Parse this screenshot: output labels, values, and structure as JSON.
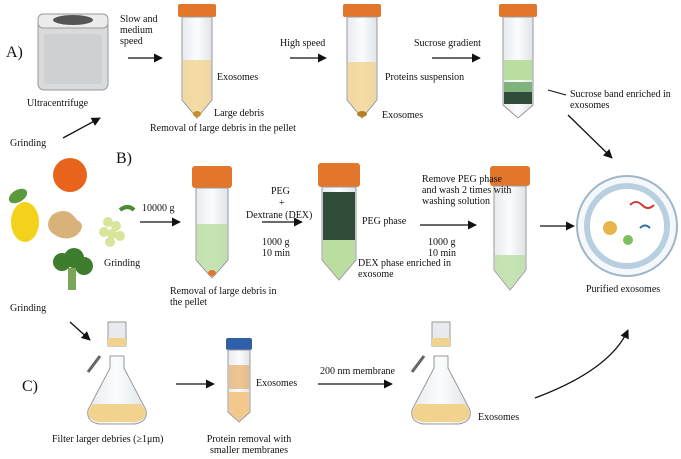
{
  "sections": {
    "a": "A)",
    "b": "B)",
    "c": "C)"
  },
  "row_a": {
    "machine": "Ultracentrifuge",
    "step1_speed": "Slow and medium speed",
    "tube1_top": "Exosomes",
    "tube1_bottom": "Large debris",
    "tube1_caption": "Removal of large debris in the pellet",
    "step2_speed": "High speed",
    "tube2_top": "Proteins suspension",
    "tube2_bottom": "Exosomes",
    "step3": "Sucrose gradient",
    "tube3_note": "Sucrose band enriched in exosomes"
  },
  "row_b": {
    "grinding_top": "Grinding",
    "grinding_mid": "Grinding",
    "grinding_bottom": "Grinding",
    "speed": "10000 g",
    "tube1_caption": "Removal of large debris in the pellet",
    "peg": "PEG",
    "plus": "+",
    "dex": "Dextrane (DEX)",
    "spin1": "1000 g",
    "time1": "10 min",
    "peg_phase": "PEG phase",
    "dex_phase": "DEX phase enriched in exosome",
    "remove_step": "Remove PEG phase and wash 2 times with washing solution",
    "spin2": "1000 g",
    "time2": "10 min",
    "result": "Purified exosomes"
  },
  "row_c": {
    "filter_caption": "Filter larger debries (≥1μm)",
    "tube_label": "Exosomes",
    "tube_caption": "Protein removal with smaller membranes",
    "membrane": "200 nm membrane",
    "flask_label": "Exosomes"
  },
  "colors": {
    "cap": "#e2762a",
    "yellow": "#f2d38e",
    "green": "#b9dea0",
    "dark": "#2f4d38",
    "blue_cap": "#2f5fa8"
  }
}
